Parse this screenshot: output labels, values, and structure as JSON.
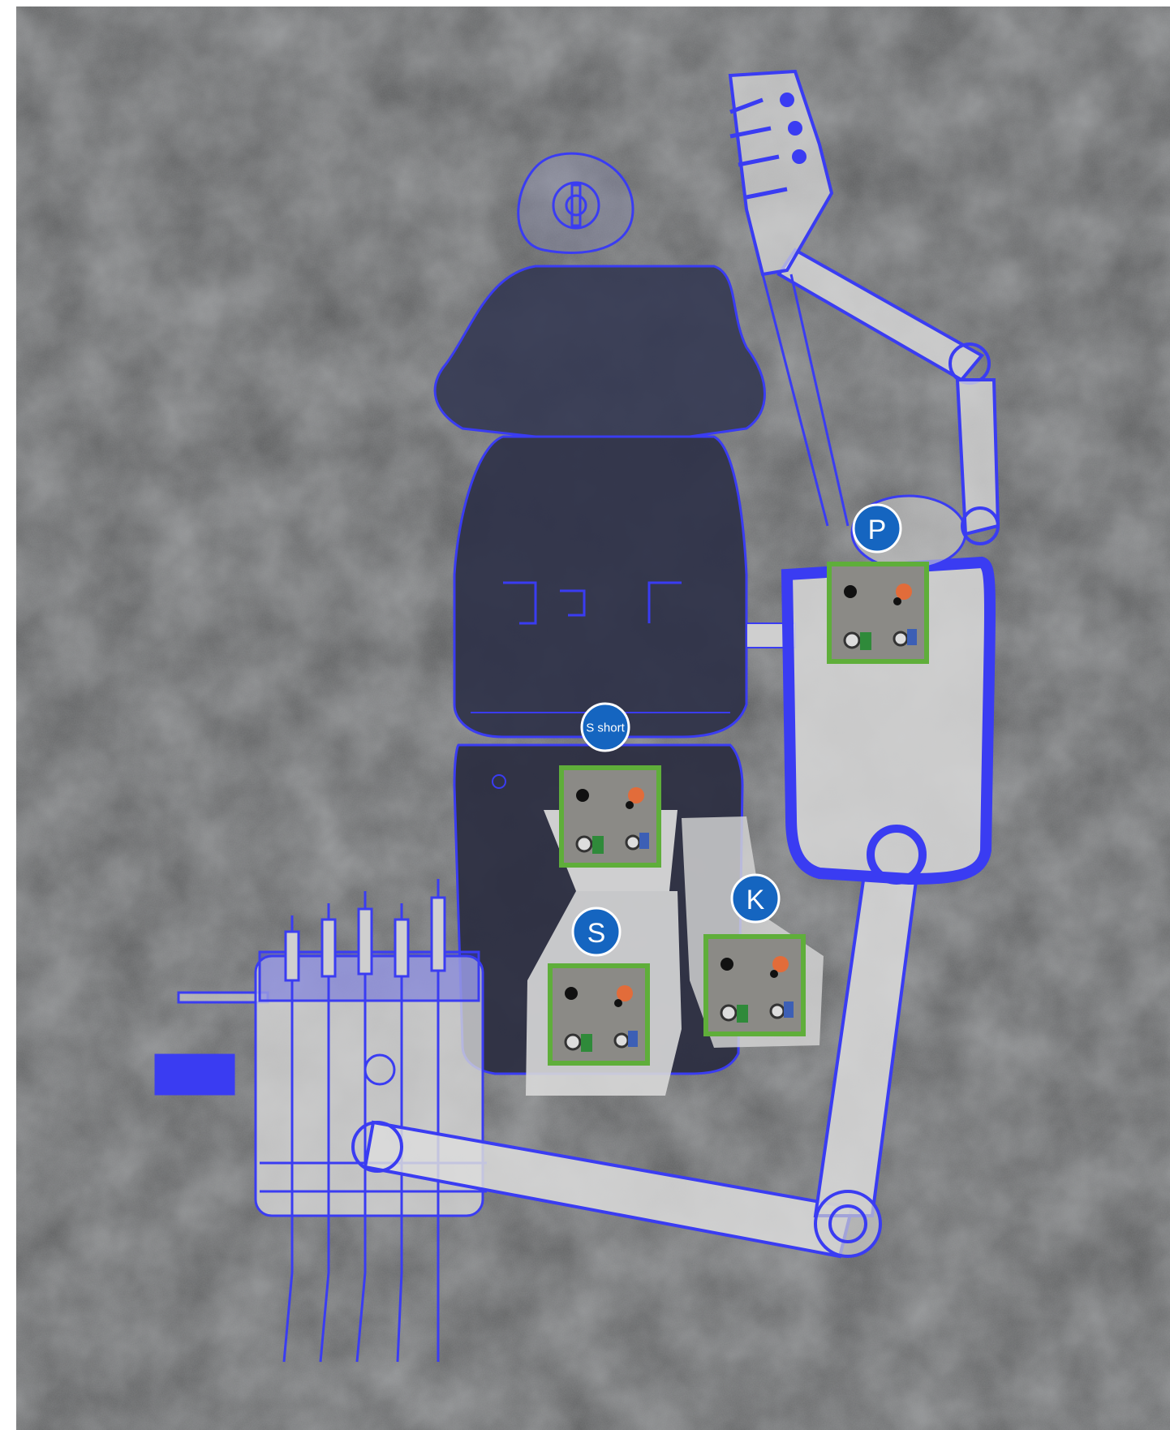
{
  "diagram": {
    "badges": {
      "p": "P",
      "s_short": "S short",
      "s": "S",
      "k": "K"
    },
    "colors": {
      "background": "#5a5b5c",
      "wireframe": "#3a3cf2",
      "badge_fill": "#1565c0",
      "connector_frame": "#5fae3a",
      "plate": "#d9d9d9"
    },
    "connector_panel": {
      "ports": [
        "black-port-icon",
        "orange-port-icon",
        "green-port-icon",
        "blue-port-icon"
      ]
    }
  }
}
